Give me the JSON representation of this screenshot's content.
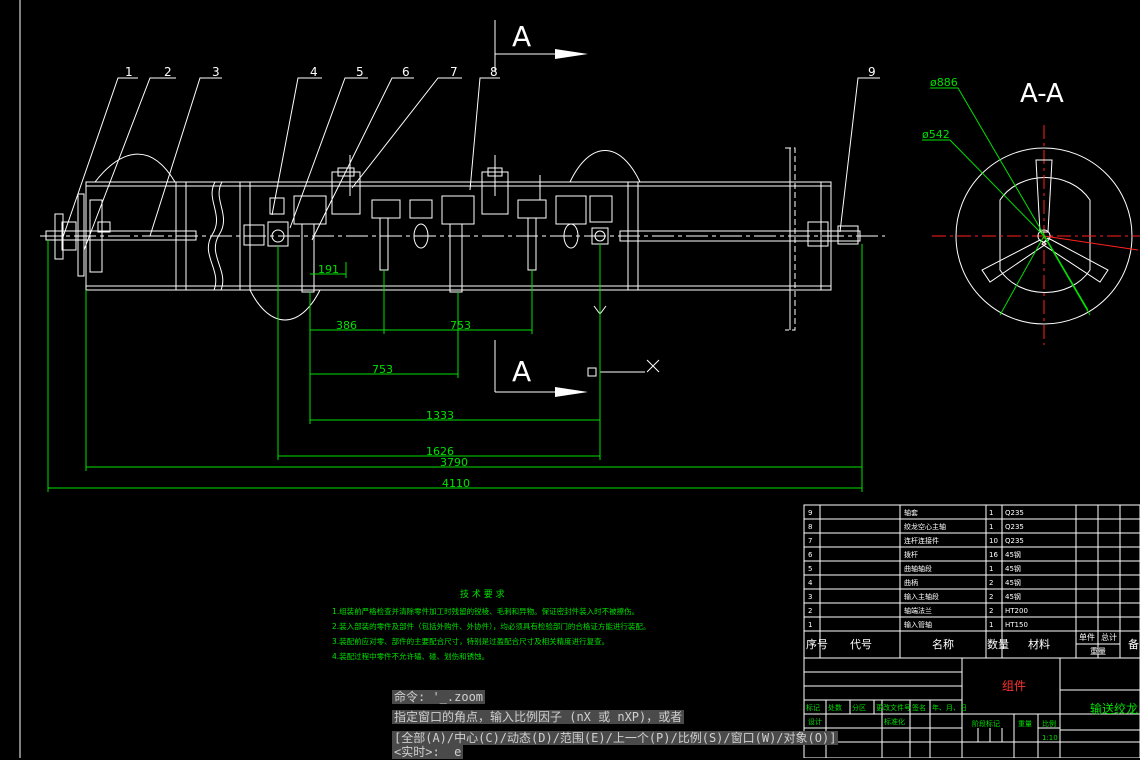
{
  "section": {
    "marker": "A",
    "title": "A-A",
    "dia_outer": "ø886",
    "dia_inner": "ø542"
  },
  "balloons": [
    "1",
    "2",
    "3",
    "4",
    "5",
    "6",
    "7",
    "8",
    "9"
  ],
  "dims": {
    "d191": "191",
    "d386": "386",
    "d753a": "753",
    "d753b": "753",
    "d1333": "1333",
    "d1626": "1626",
    "d3790": "3790",
    "d4110": "4110"
  },
  "tech": {
    "title": "技 术 要 求",
    "lines": [
      "1.组装前严格检查并清除零件加工时残留的锐棱、毛刺和异物。保证密封件装入时不被擦伤。",
      "2.装入部装的零件及部件（包括外购件、外协件），均必须具有检验部门的合格证方能进行装配。",
      "3.装配前应对零、部件的主要配合尺寸，特别是过盈配合尺寸及相关精度进行复查。",
      "4.装配过程中零件不允许磕、碰、划伤和锈蚀。"
    ]
  },
  "bom": {
    "rows": [
      {
        "no": "9",
        "name": "轴套",
        "qty": "1",
        "mat": "Q235"
      },
      {
        "no": "8",
        "name": "绞龙空心主轴",
        "qty": "1",
        "mat": "Q235"
      },
      {
        "no": "7",
        "name": "连杆连接件",
        "qty": "10",
        "mat": "Q235"
      },
      {
        "no": "6",
        "name": "拨杆",
        "qty": "16",
        "mat": "45钢"
      },
      {
        "no": "5",
        "name": "曲轴轴段",
        "qty": "1",
        "mat": "45钢"
      },
      {
        "no": "4",
        "name": "曲柄",
        "qty": "2",
        "mat": "45钢"
      },
      {
        "no": "3",
        "name": "输入主轴段",
        "qty": "2",
        "mat": "45钢"
      },
      {
        "no": "2",
        "name": "轴端法兰",
        "qty": "2",
        "mat": "HT200"
      },
      {
        "no": "1",
        "name": "输入管轴",
        "qty": "1",
        "mat": "HT150"
      }
    ],
    "header": {
      "no": "序号",
      "code": "代号",
      "name": "名称",
      "qty": "数量",
      "mat": "材料",
      "single": "单件",
      "total": "总计",
      "weight": "重量",
      "remark": "备"
    }
  },
  "titleblock": {
    "group": "组件",
    "drawing_name": "输送绞龙",
    "row_labels": [
      "标记",
      "处数",
      "分区",
      "更改文件号",
      "签名",
      "年、月、日"
    ],
    "design": "设计",
    "standard": "标准化",
    "stage": "阶段标记",
    "mass": "重量",
    "ratio": "比例",
    "scale": "1:10"
  },
  "command": {
    "line1": "命令: '_.zoom",
    "line2": "指定窗口的角点，输入比例因子 (nX 或 nXP)，或者",
    "line3": "[全部(A)/中心(C)/动态(D)/范围(E)/上一个(P)/比例(S)/窗口(W)/对象(O)]",
    "line4": "<实时>:  e"
  },
  "colors": {
    "line": "#ffffff",
    "green": "#00e000",
    "red": "#ff2020",
    "gray": "#4a4a4a"
  }
}
